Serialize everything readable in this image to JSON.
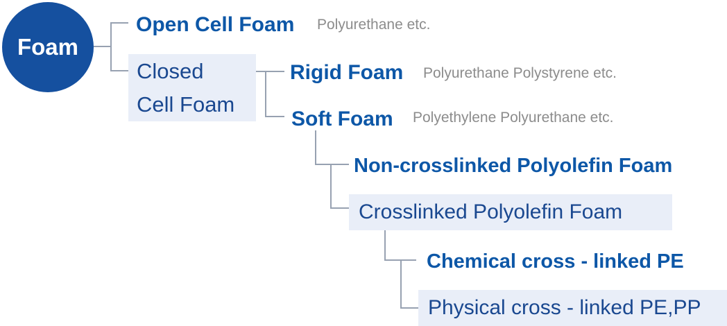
{
  "palette": {
    "circle_blue": "#15509f",
    "label_blue": "#0d57a7",
    "box_text_navy": "#1a4890",
    "box_bg": "#e9eef8",
    "note_gray": "#8c8c8c",
    "line_gray": "#97a1b1",
    "background": "#ffffff"
  },
  "root": {
    "label": "Foam"
  },
  "nodes": {
    "open_cell": {
      "label": "Open Cell Foam",
      "note": "Polyurethane etc."
    },
    "closed_cell": {
      "line1": "Closed",
      "line2": "Cell Foam"
    },
    "rigid": {
      "label": "Rigid Foam",
      "note": "Polyurethane Polystyrene etc."
    },
    "soft": {
      "label": "Soft Foam",
      "note": "Polyethylene Polyurethane etc."
    },
    "non_crosslinked": {
      "label": "Non-crosslinked Polyolefin Foam"
    },
    "crosslinked": {
      "label": "Crosslinked Polyolefin Foam"
    },
    "chemical": {
      "label": "Chemical cross - linked PE"
    },
    "physical": {
      "label": "Physical cross - linked PE,PP"
    }
  }
}
